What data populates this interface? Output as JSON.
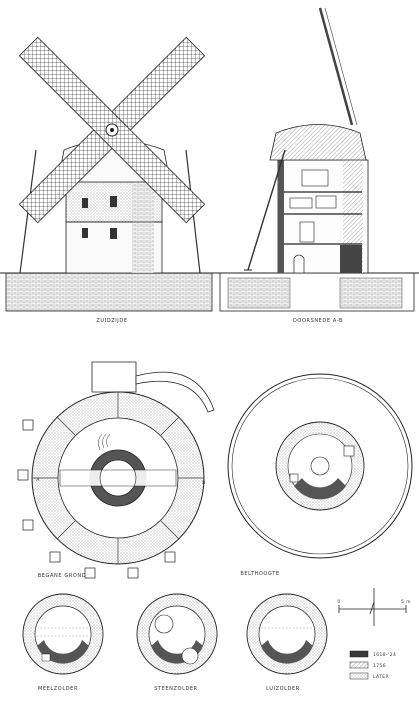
{
  "sheet": {
    "views": [
      {
        "id": "south",
        "label": "ZUIDZIJDE"
      },
      {
        "id": "section",
        "label": "DOORSNEDE A-B"
      },
      {
        "id": "ground",
        "label": "BEGANE GROND"
      },
      {
        "id": "floor",
        "label": "BELTHOOGTE"
      },
      {
        "id": "meel",
        "label": "MEELZOLDER"
      },
      {
        "id": "steen",
        "label": "STEENZOLDER"
      },
      {
        "id": "luizolder",
        "label": "LUIZOLDER"
      }
    ],
    "section_markers": {
      "a": "A",
      "b": "B"
    },
    "scale_bar": {
      "start": "0",
      "end": "5 m"
    },
    "legend": [
      {
        "label": "1618-'24",
        "fill": "dark"
      },
      {
        "label": "1756",
        "fill": "mid"
      },
      {
        "label": "LATER",
        "fill": "light"
      }
    ]
  }
}
